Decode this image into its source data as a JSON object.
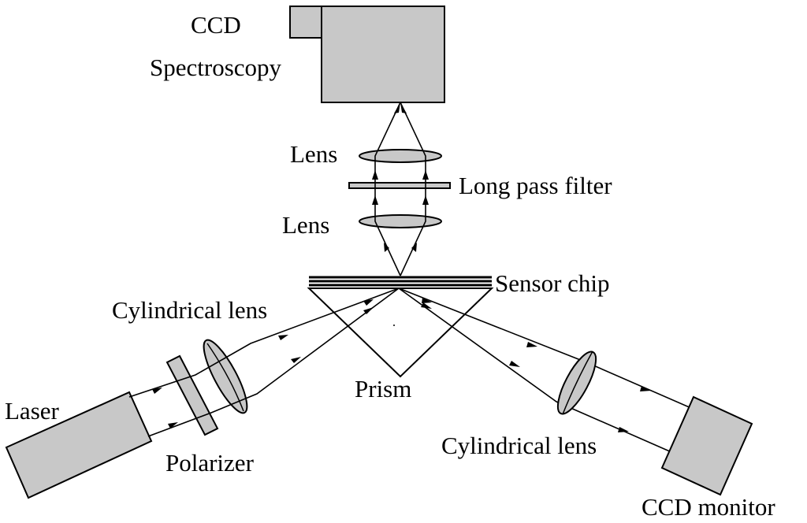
{
  "labels": {
    "ccd": "CCD",
    "spectroscopy": "Spectroscopy",
    "lens_top": "Lens",
    "long_pass_filter": "Long pass filter",
    "lens_bottom": "Lens",
    "sensor_chip": "Sensor chip",
    "cylindrical_lens_left": "Cylindrical lens",
    "prism": "Prism",
    "laser": "Laser",
    "polarizer": "Polarizer",
    "cylindrical_lens_right": "Cylindrical lens",
    "ccd_monitor": "CCD monitor"
  }
}
